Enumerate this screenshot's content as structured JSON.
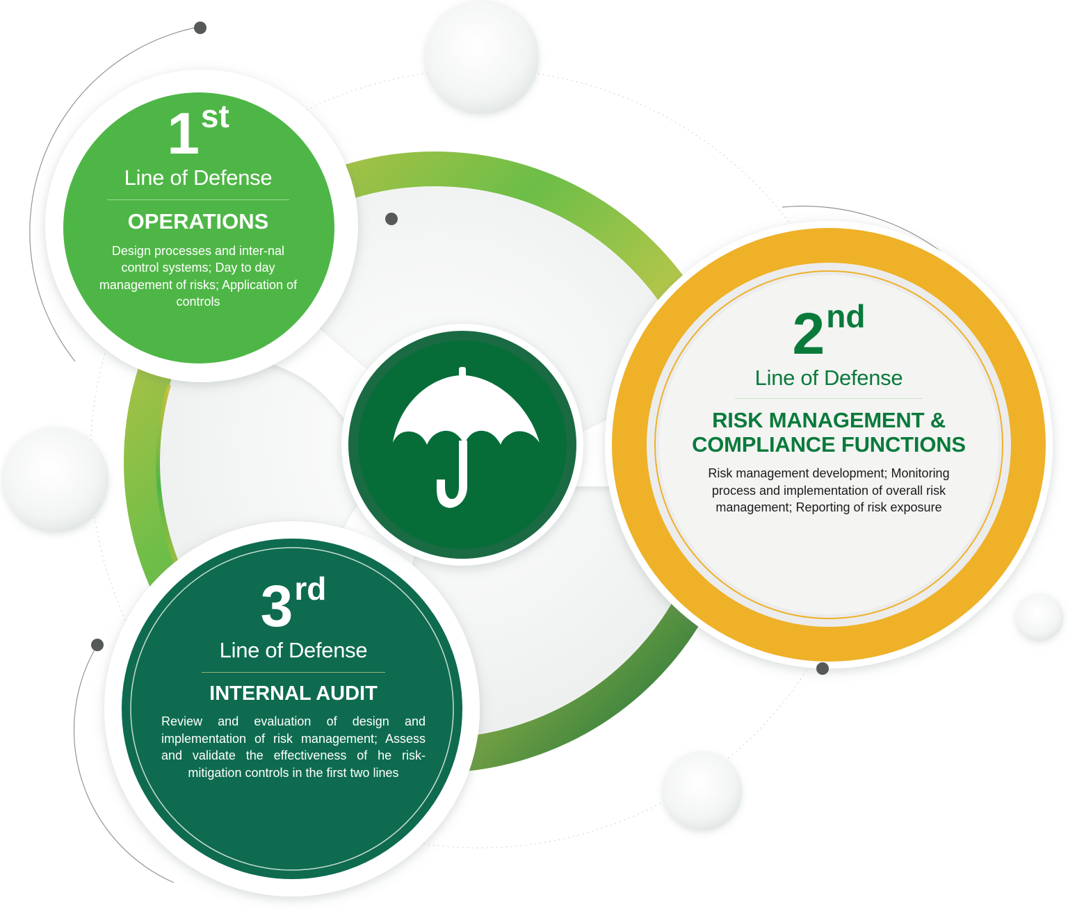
{
  "colors": {
    "ring_start": "#d2c040",
    "ring_mid": "#57b947",
    "ring_end": "#0b6b3a",
    "first_line_green": "#4eb646",
    "second_line_orange": "#eeb128",
    "second_line_text": "#0a7a3b",
    "third_line_green": "#0e6b50",
    "center_green": "#066d38"
  },
  "center": {
    "icon": "umbrella-icon"
  },
  "lines": [
    {
      "ordinal_number": "1",
      "ordinal_suffix": "st",
      "subtitle": "Line of Defense",
      "heading": "OPERATIONS",
      "description": "Design processes and inter-nal control systems; Day to day management of risks; Application of controls"
    },
    {
      "ordinal_number": "2",
      "ordinal_suffix": "nd",
      "subtitle": "Line of Defense",
      "heading": "RISK MANAGEMENT & COMPLIANCE FUNCTIONS",
      "description": "Risk management development; Monitoring process and implementation of overall risk management; Reporting of risk exposure"
    },
    {
      "ordinal_number": "3",
      "ordinal_suffix": "rd",
      "subtitle": "Line of Defense",
      "heading": "INTERNAL AUDIT",
      "description": "Review and evaluation of design and implementation of risk management; Assess and validate the effectiveness of he risk-mitigation controls in the first two lines"
    }
  ]
}
